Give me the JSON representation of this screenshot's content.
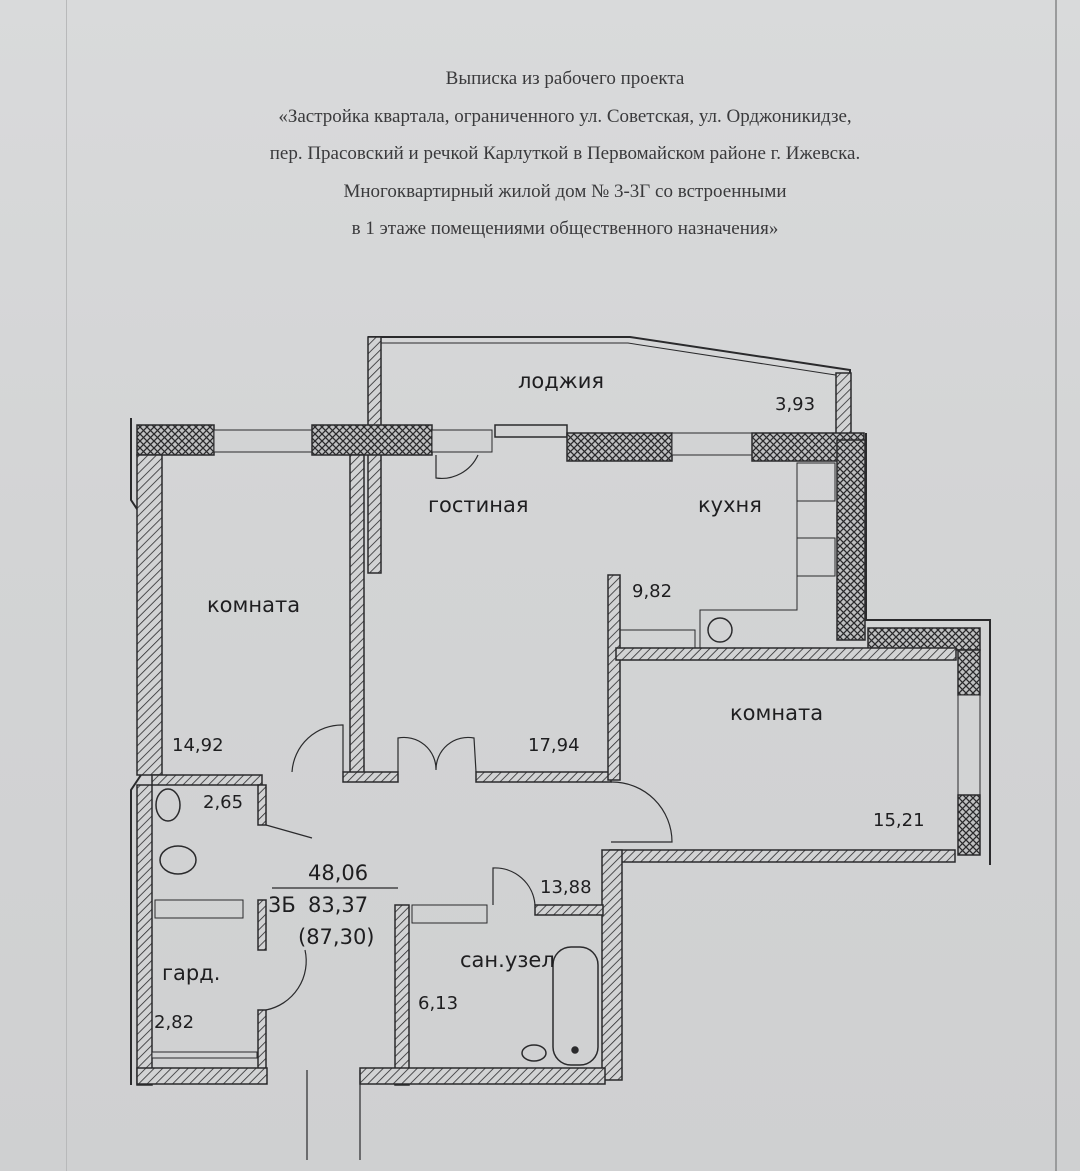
{
  "header": {
    "line1": "Выписка из рабочего проекта",
    "line2": "«Застройка квартала, ограниченного ул. Советская, ул. Орджоникидзе,",
    "line3": "пер. Прасовский и речкой Карлуткой в Первомайском районе г. Ижевска.",
    "line4": "Многоквартирный жилой дом № 3-3Г со встроенными",
    "line5": "в 1 этаже помещениями общественного назначения»"
  },
  "plan": {
    "rooms": {
      "loggia": "лоджия",
      "living": "гостиная",
      "kitchen": "кухня",
      "room_left": "комната",
      "room_right": "комната",
      "bathroom": "сан.узел",
      "wardrobe": "гард."
    },
    "areas": {
      "loggia": "3,93",
      "kitchen": "9,82",
      "room_left": "14,92",
      "living": "17,94",
      "room_right": "15,21",
      "toilet": "2,65",
      "hall": "13,88",
      "bathroom": "6,13",
      "wardrobe": "2,82"
    },
    "totals": {
      "living_area": "48,06",
      "prefix": "3Б",
      "total_area": "83,37",
      "total_with_loggia": "(87,30)"
    }
  }
}
